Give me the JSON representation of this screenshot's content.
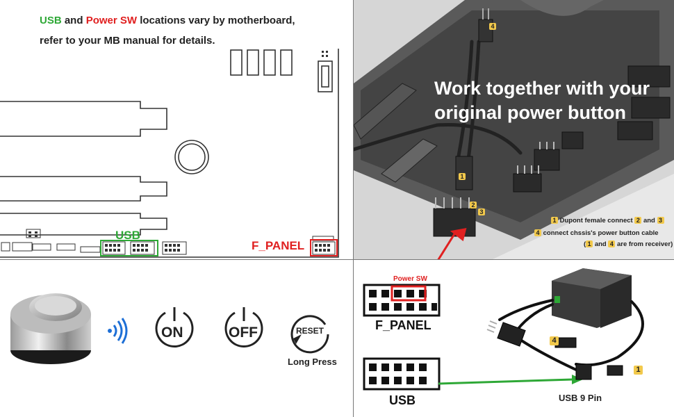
{
  "colors": {
    "usb": "#2ea836",
    "power": "#e02020",
    "tag": "#f2c94c",
    "line": "#333333"
  },
  "top_left": {
    "note_usb": "USB",
    "note_and": " and ",
    "note_power": "Power SW",
    "note_rest1": " locations vary by motherboard,",
    "note_line2": "refer to your MB manual for details.",
    "usb_label": "USB",
    "fpanel_label": "F_PANEL"
  },
  "top_right": {
    "headline_1": "Work together with your",
    "headline_2": "original power button",
    "tag1": "1",
    "tag2": "2",
    "tag3": "3",
    "tag4": "4",
    "legend": [
      {
        "pre": "",
        "a": "1",
        "text": "Dupont female connect",
        "b": "2",
        "mid": "and",
        "c": "3"
      },
      {
        "pre": "",
        "a": "4",
        "text": "connect chssis's power button cable"
      },
      {
        "open": "(",
        "a": "1",
        "mid": "and",
        "b": "4",
        "close": "are from receiver)"
      }
    ]
  },
  "bottom_left": {
    "on_label": "ON",
    "off_label": "OFF",
    "reset_label": "RESET",
    "long_press": "Long Press"
  },
  "bottom_right": {
    "power_sw_label": "Power SW",
    "fpanel_label": "F_PANEL",
    "usb_label": "USB",
    "usb9_label": "USB 9 Pin",
    "tag4": "4",
    "tag1": "1"
  }
}
